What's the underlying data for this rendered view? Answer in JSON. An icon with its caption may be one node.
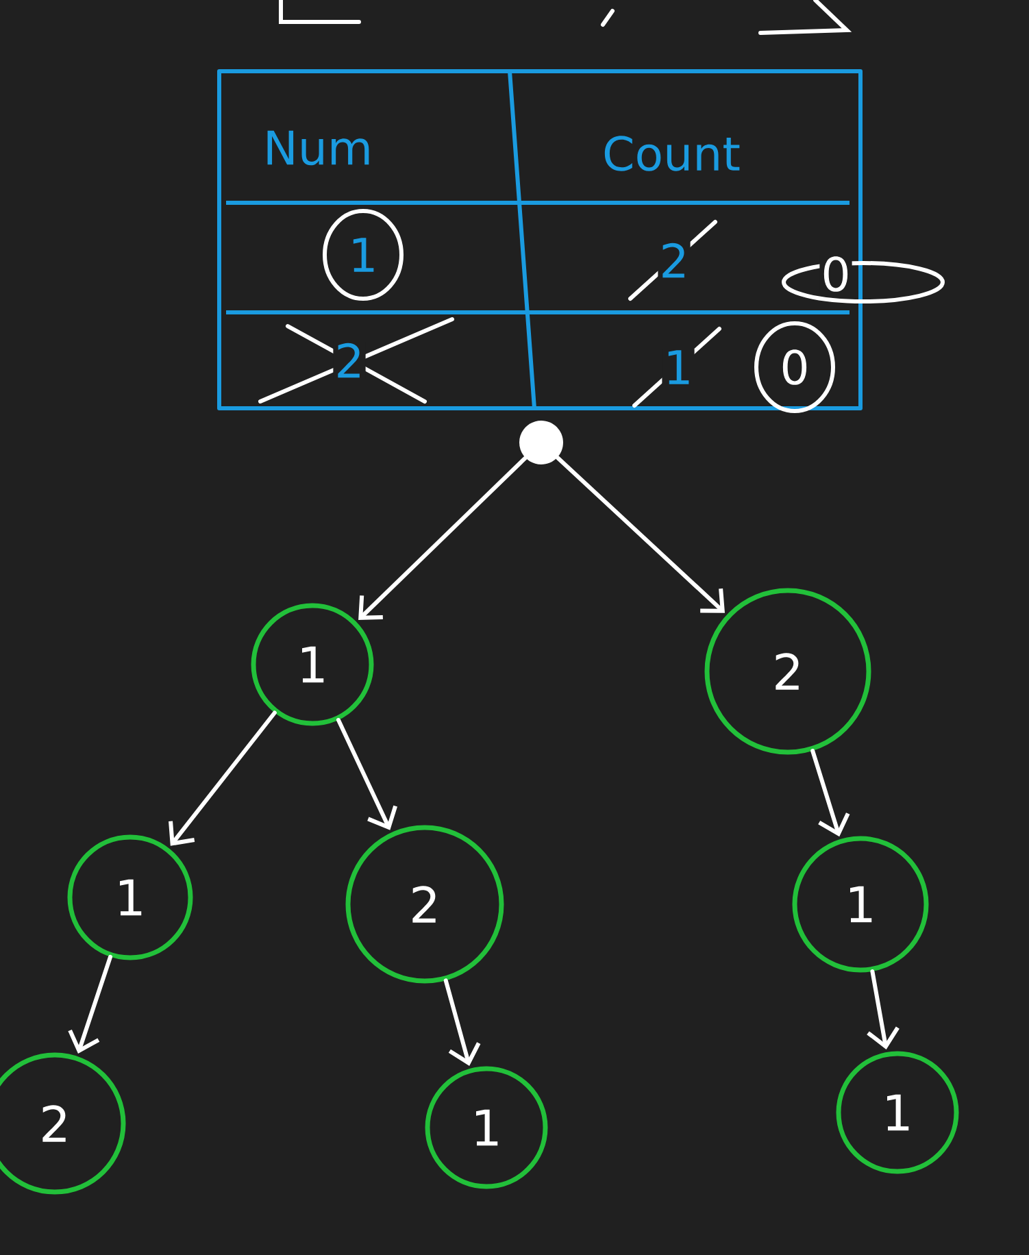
{
  "diagram": {
    "nodes": [
      {
        "text": [],
        "shape": "circle"
      },
      {
        "text": [
          "1"
        ]
      },
      {
        "text": [
          "2"
        ]
      },
      {
        "text": [
          "1"
        ]
      },
      {
        "text": [
          "2"
        ]
      },
      {
        "text": [
          "1"
        ]
      },
      {
        "text": [
          "2"
        ]
      },
      {
        "text": [
          "1"
        ]
      },
      {
        "text": [
          "1"
        ]
      }
    ],
    "edges": [
      {
        "from": 0,
        "to": 1,
        "arrow": "to"
      },
      {
        "from": 0,
        "to": 2,
        "arrow": "to"
      },
      {
        "from": 1,
        "to": 3,
        "arrow": "to"
      },
      {
        "from": 1,
        "to": 4,
        "arrow": "to"
      },
      {
        "from": 2,
        "to": 5,
        "arrow": "to"
      },
      {
        "from": 3,
        "to": 6,
        "arrow": "to"
      },
      {
        "from": 4,
        "to": 7,
        "arrow": "to"
      },
      {
        "from": 5,
        "to": 8,
        "arrow": "to"
      }
    ],
    "labels": [
      "Num",
      "Count",
      "1",
      "2",
      "0",
      "2",
      "1",
      "0"
    ]
  }
}
